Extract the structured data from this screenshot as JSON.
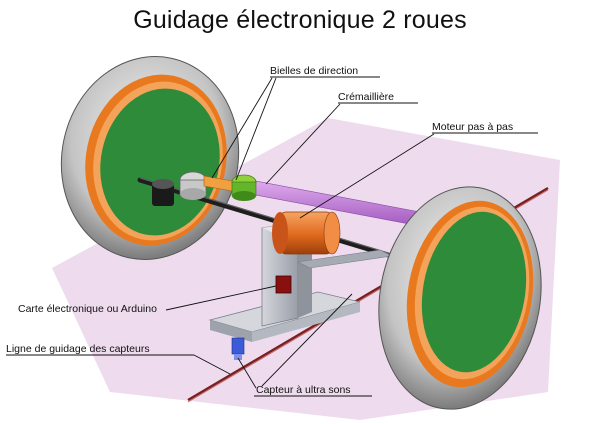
{
  "title": "Guidage électronique 2 roues",
  "labels": {
    "bielles": "Bielles de direction",
    "cremaillere": "Crémaillière",
    "moteur": "Moteur pas à pas",
    "carte": "Carte électronique ou Arduino",
    "ligne": "Ligne de guidage des capteurs",
    "capteur": "Capteur à ultra sons"
  },
  "colors": {
    "ground": "#eedcee",
    "tire": "#b8b8b8",
    "rim": "#e8791f",
    "hub": "#2e8b3a",
    "motor": "#e0691c",
    "rack": "#c77bdc",
    "frame": "#b9bcc4",
    "board": "#8a1010"
  }
}
